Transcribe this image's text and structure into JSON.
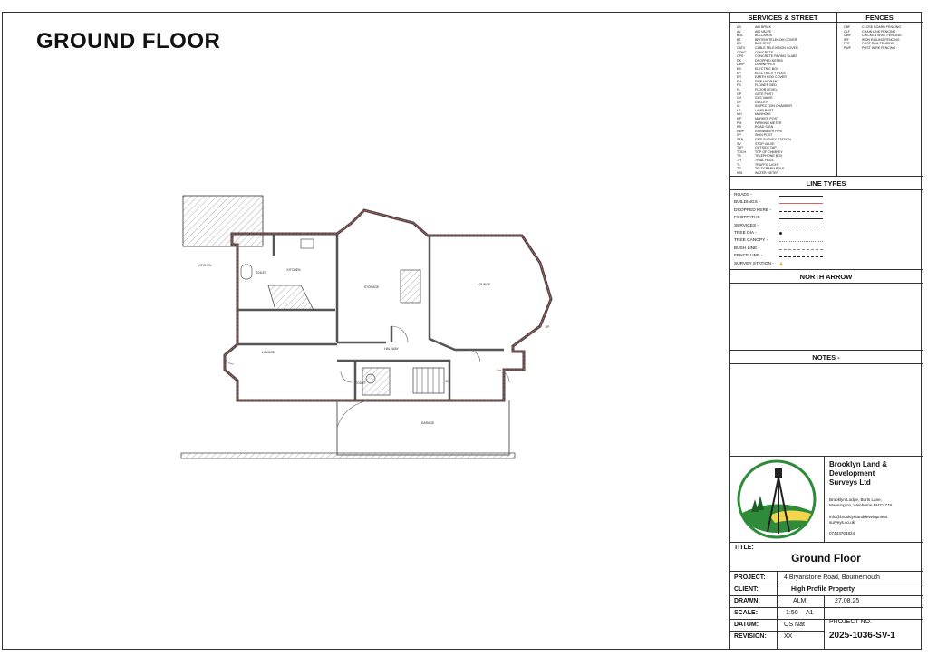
{
  "drawing_title": "GROUND FLOOR",
  "panel": {
    "services_header": "SERVICES & STREET",
    "fences_header": "FENCES",
    "services": [
      {
        "code": "AB",
        "label": "AIR BRICK"
      },
      {
        "code": "AV",
        "label": "AIR VALVE"
      },
      {
        "code": "BOL",
        "label": "BOLLARDS"
      },
      {
        "code": "BT",
        "label": "BRITISH TELECOM COVER"
      },
      {
        "code": "BS",
        "label": "BUS STOP"
      },
      {
        "code": "CATV",
        "label": "CABLE TELEVISION COVER"
      },
      {
        "code": "CONC",
        "label": "CONCRETE"
      },
      {
        "code": "CPS",
        "label": "CONCRETE PAVING SLABS"
      },
      {
        "code": "DK",
        "label": "DROPPED KERBS"
      },
      {
        "code": "DWP",
        "label": "DOWNPIPES"
      },
      {
        "code": "EB",
        "label": "ELECTRIC BOX"
      },
      {
        "code": "EP",
        "label": "ELECTRICITY POLE"
      },
      {
        "code": "ER",
        "label": "EARTH ROD COVER"
      },
      {
        "code": "FH",
        "label": "FIRE HYDRANT"
      },
      {
        "code": "FB",
        "label": "FLOWER BED"
      },
      {
        "code": "FL",
        "label": "FLOOR LEVEL"
      },
      {
        "code": "GP",
        "label": "GATE POST"
      },
      {
        "code": "GV",
        "label": "GAS VALVE"
      },
      {
        "code": "GY",
        "label": "GULLEY"
      },
      {
        "code": "IC",
        "label": "INSPECTION CHAMBER"
      },
      {
        "code": "LP",
        "label": "LAMP POST"
      },
      {
        "code": "MH",
        "label": "MANHOLE"
      },
      {
        "code": "MP",
        "label": "MARKER POST"
      },
      {
        "code": "PM",
        "label": "PARKING METER"
      },
      {
        "code": "RS",
        "label": "ROAD SIGN"
      },
      {
        "code": "RWP",
        "label": "RAINWATER PIPE"
      },
      {
        "code": "SP",
        "label": "SIGN POST"
      },
      {
        "code": "STN",
        "label": "GMS SURVEY STATION"
      },
      {
        "code": "SV",
        "label": "STOP VALVE"
      },
      {
        "code": "TAP",
        "label": "OUTSIDE TAP"
      },
      {
        "code": "TOCH",
        "label": "TOP OF CHIMNEY"
      },
      {
        "code": "TB",
        "label": "TELEPHONE BOX"
      },
      {
        "code": "TH",
        "label": "TRIAL HOLE"
      },
      {
        "code": "TL",
        "label": "TRAFFIC LIGHT"
      },
      {
        "code": "TP",
        "label": "TELEGRAPH POLE"
      },
      {
        "code": "WM",
        "label": "WATER METER"
      }
    ],
    "fences": [
      {
        "code": "CBF",
        "label": "CLOSE BOARD FENCING"
      },
      {
        "code": "CLF",
        "label": "CHAIN LINK FENCING"
      },
      {
        "code": "CWF",
        "label": "CHICKEN WIRE FENCING"
      },
      {
        "code": "IRF",
        "label": "IRON RAILING FENCING"
      },
      {
        "code": "PRF",
        "label": "POST RAIL FENCING"
      },
      {
        "code": "PWF",
        "label": "POST WIRE FENCING"
      }
    ],
    "line_types_header": "LINE TYPES",
    "line_types": [
      "ROADS -",
      "BUILDINGS -",
      "DROPPED KERB -",
      "FOOTPATHS -",
      "SERVICES -",
      "TREE DIA -",
      "TREE CANOPY -",
      "BUSH LINE -",
      "FENCE LINE -",
      "SURVEY STATION -"
    ],
    "north_arrow_header": "NORTH ARROW",
    "notes_header": "NOTES -"
  },
  "company": {
    "name_lines": [
      "Brooklyn Land &",
      "Development",
      "Surveys Ltd"
    ],
    "address": [
      "Brooklyn Lodge, Burts Lane,",
      "Mannington, Wimborne BH21 7JX"
    ],
    "email": [
      "info@brooklynlanddevelopment",
      "surveys.co.uk"
    ],
    "phone": "07443704824"
  },
  "title_block": {
    "title_label": "TITLE:",
    "title": "Ground Floor",
    "project_label": "PROJECT:",
    "project": "4 Bryanstone Road, Bournemouth",
    "client_label": "CLIENT:",
    "client": "High Profile Property",
    "drawn_label": "DRAWN:",
    "drawn": "ALM",
    "date": "27.08.25",
    "scale_label": "SCALE:",
    "scale": "1:50",
    "sheet_size": "A1",
    "datum_label": "DATUM:",
    "datum": "OS Nat",
    "revision_label": "REVISION:",
    "revision": "XX",
    "project_no_label": "PROJECT NO.",
    "project_no": "2025-1036-SV-1"
  },
  "plan_labels": {
    "kitchen_ext": "KITCHEN",
    "kitchen": "KITCHEN",
    "toilet1": "TOILET",
    "storage": "STORAGE",
    "lounge": "LOUNGE",
    "lounge2": "LOUNGE",
    "hallway": "HALLWAY",
    "toilet2": "TOILET",
    "garage": "GARAGE",
    "dp1": "DP",
    "dp2": "DP"
  },
  "colors": {
    "building_line": "#e06060",
    "hatch": "#777777",
    "tree_green": "#2e8b3a",
    "sun": "#f3d54e"
  }
}
